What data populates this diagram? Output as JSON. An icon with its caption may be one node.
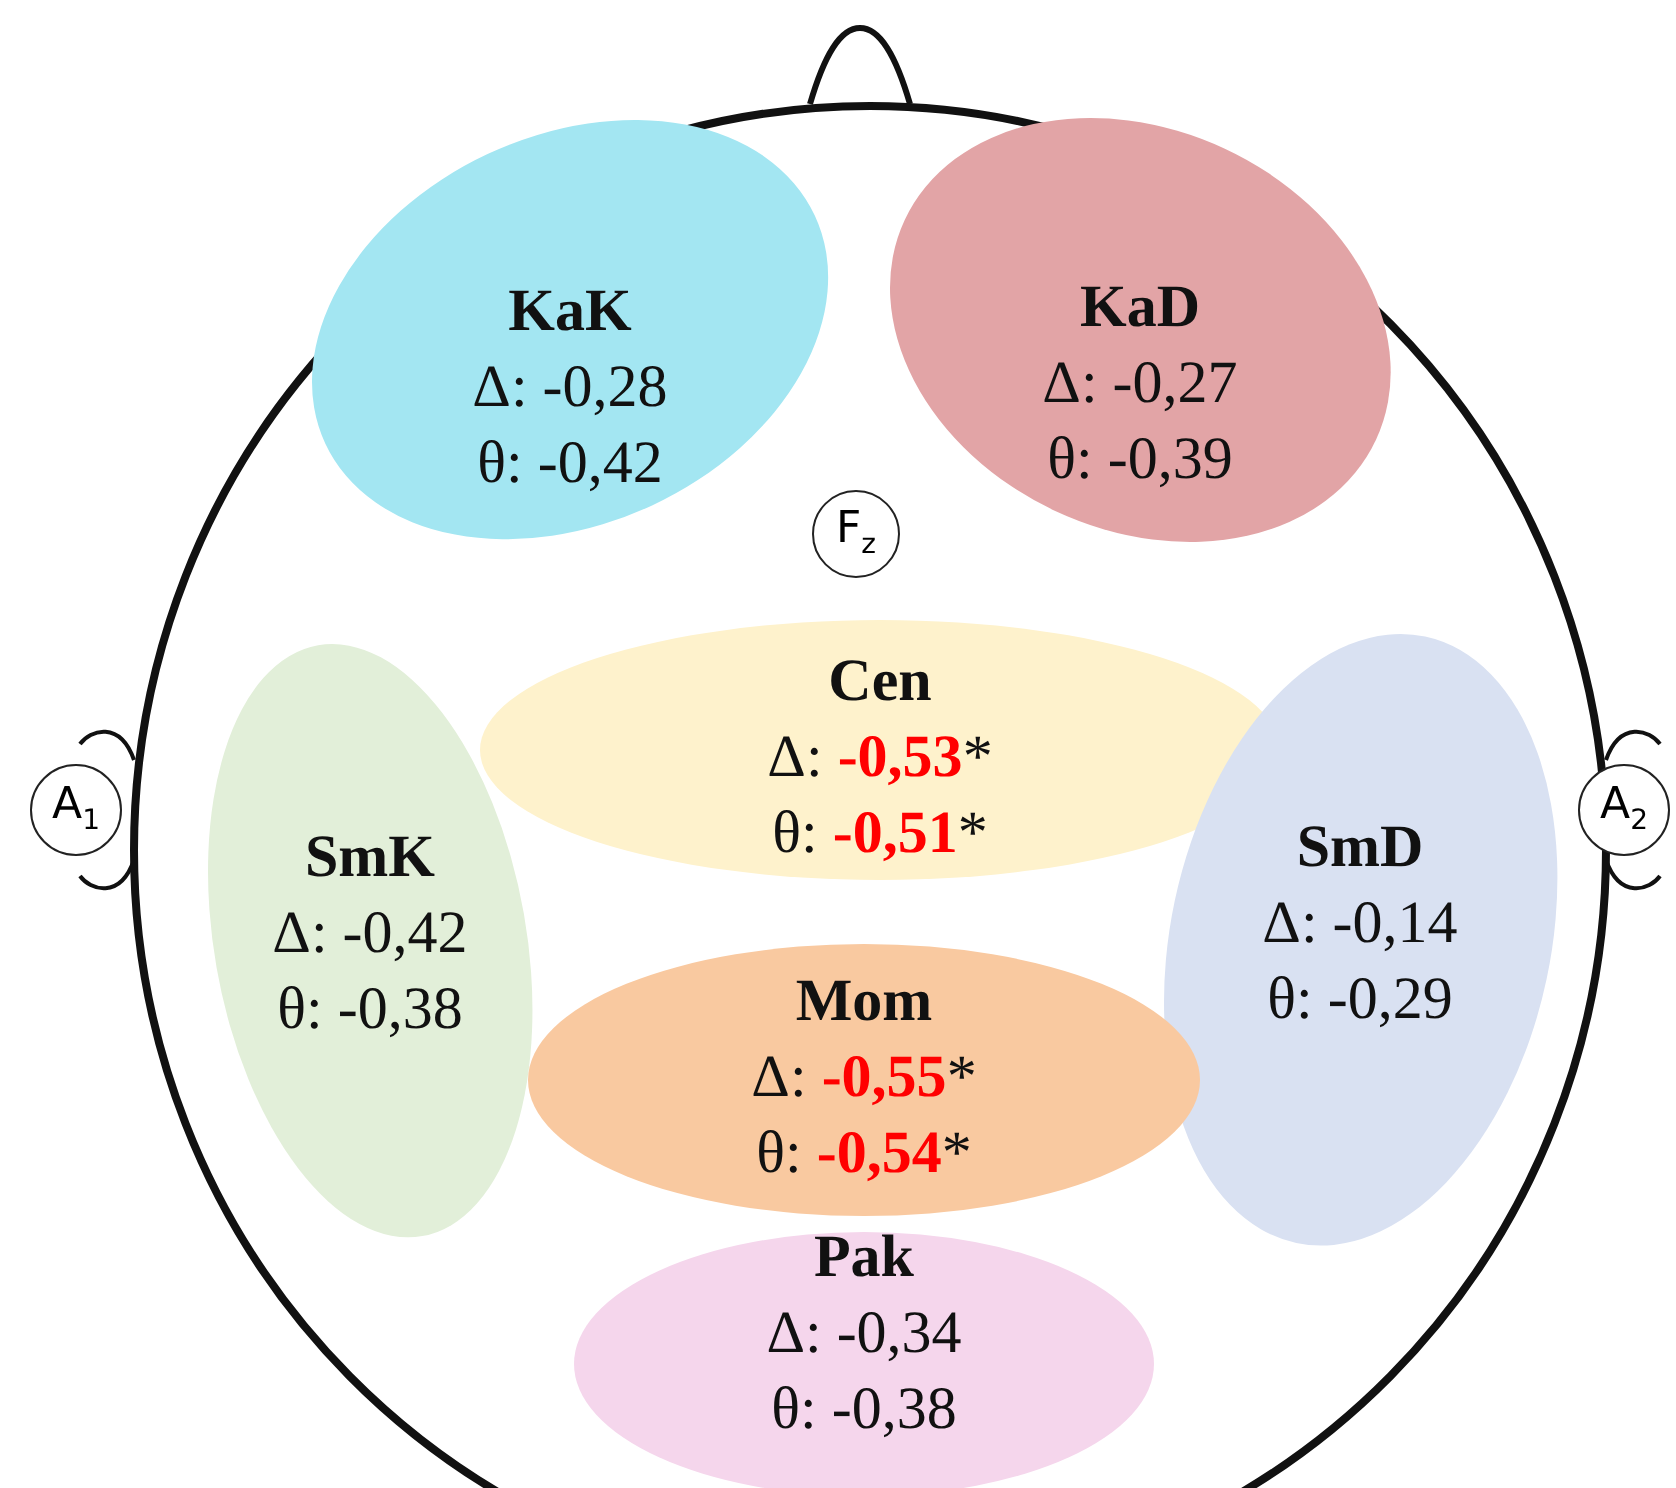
{
  "diagram": {
    "nodes": [
      {
        "text": [
          "KaK",
          "Δ: -0,28",
          "θ: -0,42"
        ]
      },
      {
        "text": [
          "KaD",
          "Δ: -0,27",
          "θ: -0,39"
        ]
      },
      {
        "text": [
          "F$_{z}$"
        ]
      },
      {
        "text": [
          "A$_{1}$"
        ]
      },
      {
        "text": [
          "SmK",
          "Δ: -0,42",
          "θ: -0,38"
        ]
      },
      {
        "text": [
          "Cen",
          "Δ: **-0,53***",
          "θ: **-0,51***"
        ]
      },
      {
        "text": [
          "SmD",
          "Δ: -0,14",
          "θ: -0,29"
        ]
      },
      {
        "text": [
          "A$_{2}$"
        ]
      },
      {
        "text": [
          "Mom",
          "Δ: **-0,55***",
          "θ: **-0,54***"
        ]
      },
      {
        "text": [
          "Pak",
          "Δ: -0,34",
          "θ: -0,38"
        ]
      }
    ]
  }
}
